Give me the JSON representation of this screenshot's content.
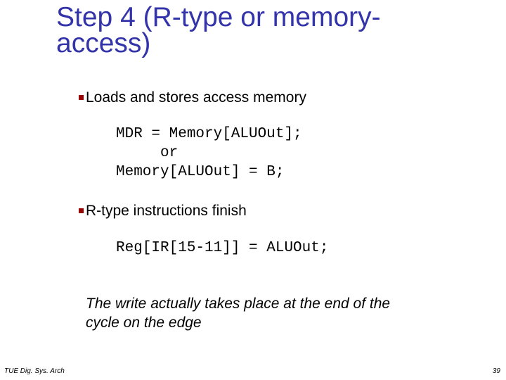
{
  "title": {
    "line1": "Step 4 (R-type or memory-",
    "line2": "access)"
  },
  "bullets": [
    {
      "text": "Loads and stores access memory"
    },
    {
      "text": "R-type instructions finish"
    }
  ],
  "code_blocks": [
    {
      "lines": [
        "MDR = Memory[ALUOut];",
        "     or",
        "Memory[ALUOut] = B;"
      ]
    },
    {
      "lines": [
        "Reg[IR[15-11]] = ALUOut;"
      ]
    }
  ],
  "note": {
    "line1": "The write actually takes place at the end of the",
    "line2": "cycle on the edge"
  },
  "footer": {
    "left": "TUE Dig. Sys. Arch",
    "page": "39"
  },
  "colors": {
    "title": "#3333aa",
    "bullet": "#990000"
  }
}
